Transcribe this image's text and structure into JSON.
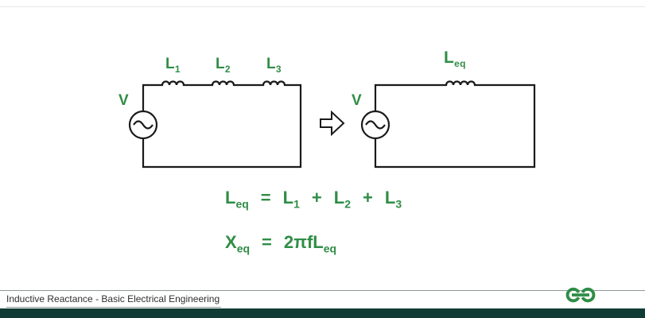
{
  "colors": {
    "accent_green": "#2f8d46",
    "wire": "#1a1a1a",
    "bottom_bar": "#113c35"
  },
  "icons": {
    "transform_arrow": "right-outline-arrow",
    "source_symbol": "ac-sine-source",
    "logo": "geeksforgeeks-logo"
  },
  "circuit_left": {
    "source_label": "V",
    "inductors": [
      {
        "base": "L",
        "sub": "1"
      },
      {
        "base": "L",
        "sub": "2"
      },
      {
        "base": "L",
        "sub": "3"
      }
    ]
  },
  "circuit_right": {
    "source_label": "V",
    "inductor": {
      "base": "L",
      "sub": "eq"
    }
  },
  "equations": {
    "series": {
      "lhs_base": "L",
      "lhs_sub": "eq",
      "eq": "=",
      "t1_base": "L",
      "t1_sub": "1",
      "plus1": "+",
      "t2_base": "L",
      "t2_sub": "2",
      "plus2": "+",
      "t3_base": "L",
      "t3_sub": "3"
    },
    "reactance": {
      "lhs_base": "X",
      "lhs_sub": "eq",
      "eq": "=",
      "rhs_base": "2πfL",
      "rhs_sub": "eq"
    }
  },
  "footer": {
    "caption": "Inductive Reactance - Basic Electrical Engineering"
  }
}
